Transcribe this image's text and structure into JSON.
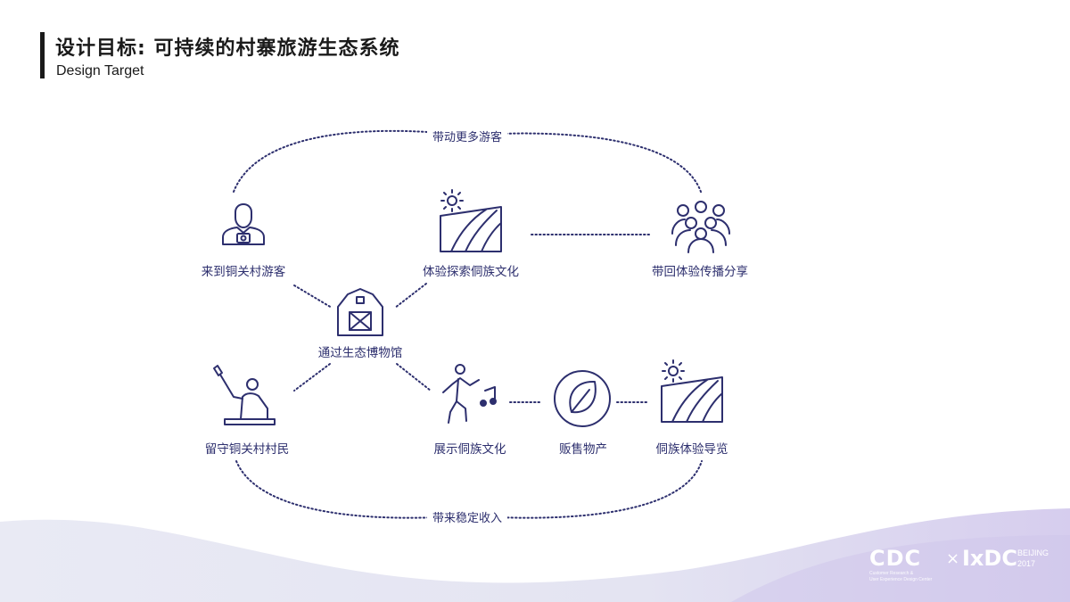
{
  "header": {
    "title": "设计目标: 可持续的村寨旅游生态系统",
    "subtitle": "Design Target"
  },
  "diagram": {
    "nodes": [
      {
        "id": "tourist",
        "label": "来到铜关村游客",
        "icon": "tourist-with-camera-icon"
      },
      {
        "id": "explore",
        "label": "体验探索侗族文化",
        "icon": "farmland-sun-icon"
      },
      {
        "id": "share",
        "label": "带回体验传播分享",
        "icon": "crowd-icon"
      },
      {
        "id": "museum",
        "label": "通过生态博物馆",
        "icon": "barn-icon"
      },
      {
        "id": "villager",
        "label": "留守铜关村村民",
        "icon": "villager-waving-icon"
      },
      {
        "id": "show",
        "label": "展示侗族文化",
        "icon": "dancer-music-icon"
      },
      {
        "id": "sell",
        "label": "贩售物产",
        "icon": "leaf-circle-icon"
      },
      {
        "id": "guide",
        "label": "侗族体验导览",
        "icon": "farmland-sun-icon"
      }
    ],
    "flows": {
      "top": "带动更多游客",
      "bottom": "带来稳定收入"
    }
  },
  "colors": {
    "primary": "#2d2f6e",
    "footer_wave_light": "#e6e7f3",
    "footer_wave_dark": "#d8d0ef",
    "title": "#1a1a1a"
  },
  "logo": {
    "cdc": "CDC",
    "x": "×",
    "ixdc": "IxDC",
    "city": "BEIJING",
    "year": "2017",
    "sub1": "Customer Research &",
    "sub2": "User Experience Design Center"
  }
}
